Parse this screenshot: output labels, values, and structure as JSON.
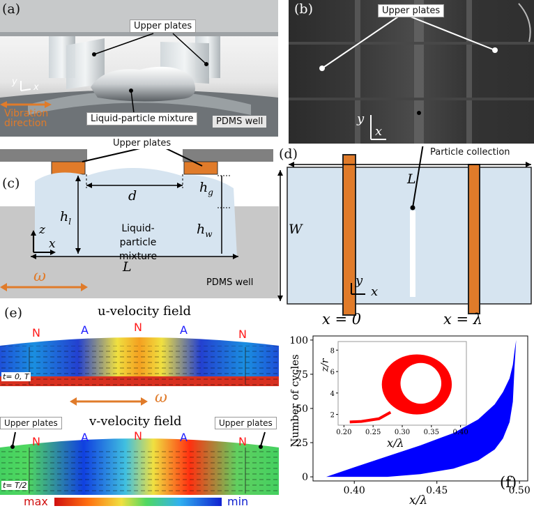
{
  "panel_a": {
    "label": "(a)",
    "upper_plates": "Upper plates",
    "mixture": "Liquid-particle mixture",
    "pdms": "PDMS well",
    "vibration": "Vibration direction",
    "axis_y": "y",
    "axis_x": "x"
  },
  "panel_b": {
    "label": "(b)",
    "upper_plates": "Upper plates",
    "axis_y": "y",
    "axis_x": "x"
  },
  "panel_c": {
    "label": "(c)",
    "upper_plates": "Upper plates",
    "d": "d",
    "hg": "h",
    "hg_sub": "g",
    "hl": "h",
    "hl_sub": "l",
    "hw": "h",
    "hw_sub": "w",
    "mixture": "Liquid-particle mixture",
    "L": "L",
    "z": "z",
    "x": "x",
    "omega": "ω",
    "pdms": "PDMS well"
  },
  "panel_d": {
    "label": "(d)",
    "collection": "Particle collection",
    "L": "L",
    "W": "W",
    "y": "y",
    "x": "x",
    "x0": "x = 0",
    "xl": "x = λ"
  },
  "panel_e": {
    "label": "(e)",
    "u_title": "u-velocity field",
    "v_title": "v-velocity field",
    "t0": "t= 0, T",
    "t2": "t= T/2",
    "omega": "ω",
    "upper_left": "Upper plates",
    "upper_right": "Upper plates",
    "nodes": [
      "N",
      "A",
      "N",
      "A",
      "N"
    ],
    "max": "max",
    "min": "min"
  },
  "colors": {
    "orange": "#e07b2a",
    "plate": "#808080",
    "liquid": "#d6e4f0",
    "well": "#c8c8c8",
    "blue": "#1a1aff",
    "red": "#ff1a1a"
  },
  "chart_data": {
    "type": "area",
    "label": "(f)",
    "xlabel": "x/λ",
    "ylabel": "Number of cycles",
    "xlim": [
      0.375,
      0.505
    ],
    "ylim": [
      -3,
      103
    ],
    "xticks": [
      "0.40",
      "0.45",
      "0.50"
    ],
    "yticks": [
      "0",
      "25",
      "50",
      "75",
      "100"
    ],
    "series": [
      {
        "name": "",
        "color": "#0000ff",
        "lower": [
          [
            0.383,
            0
          ],
          [
            0.4,
            0
          ],
          [
            0.42,
            0
          ],
          [
            0.44,
            2
          ],
          [
            0.46,
            6
          ],
          [
            0.475,
            12
          ],
          [
            0.485,
            20
          ],
          [
            0.49,
            28
          ],
          [
            0.494,
            40
          ],
          [
            0.496,
            55
          ],
          [
            0.497,
            80
          ],
          [
            0.498,
            100
          ]
        ],
        "upper": [
          [
            0.383,
            0
          ],
          [
            0.4,
            7
          ],
          [
            0.42,
            15
          ],
          [
            0.44,
            23
          ],
          [
            0.46,
            32
          ],
          [
            0.475,
            42
          ],
          [
            0.485,
            53
          ],
          [
            0.49,
            62
          ],
          [
            0.494,
            72
          ],
          [
            0.496,
            82
          ],
          [
            0.497,
            92
          ],
          [
            0.498,
            100
          ]
        ]
      }
    ],
    "inset": {
      "xlabel": "x/λ",
      "ylabel": "z/r",
      "xlim": [
        0.19,
        0.41
      ],
      "ylim": [
        1.0,
        8.8
      ],
      "xticks": [
        "0.20",
        "0.25",
        "0.30",
        "0.35",
        "0.40"
      ],
      "yticks": [
        "2",
        "4",
        "6",
        "8"
      ],
      "color": "#ff0000"
    }
  }
}
